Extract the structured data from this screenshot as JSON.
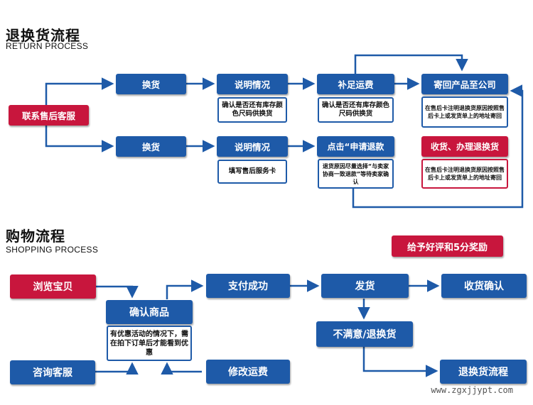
{
  "return": {
    "title": "退换货流程",
    "subtitle": "RETURN PROCESS",
    "contact": "联系售后客服",
    "row1": {
      "exchange": "换货",
      "explain": "说明情况",
      "pay_shipping": "补足运费",
      "send_back": "寄回产品至公司",
      "note_explain": "确认是否还有库存颜色尺码供换货",
      "note_pay": "确认是否还有库存颜色尺码供换货",
      "note_send": "在售后卡注明退换货原因按照售后卡上或发货单上的地址寄回"
    },
    "row2": {
      "exchange": "换货",
      "explain": "说明情况",
      "apply_refund": "点击“申请退款",
      "receive_refund": "收货、办理退换货",
      "note_explain": "填写售后服务卡",
      "note_apply": "退货原因尽量选择“与卖家协商一致退款”等待卖家确认",
      "note_receive": "在售后卡注明退换货原因按照售后卡上或发货单上的地址寄回"
    }
  },
  "shopping": {
    "title": "购物流程",
    "subtitle": "SHOPPING PROCESS",
    "reward": "给予好评和5分奖励",
    "browse": "浏览宝贝",
    "confirm_item": "确认商品",
    "note_confirm": "有优惠活动的情况下，需在拍下订单后才能看到优惠",
    "consult": "咨询客服",
    "pay_success": "支付成功",
    "modify_shipping": "修改运费",
    "ship": "发货",
    "confirm_receipt": "收货确认",
    "unsatisfied": "不满意/退换货",
    "return_flow": "退换货流程"
  },
  "watermark": "www.zgxjjypt.com",
  "colors": {
    "blue": "#1e5aa8",
    "red": "#c8163d"
  }
}
